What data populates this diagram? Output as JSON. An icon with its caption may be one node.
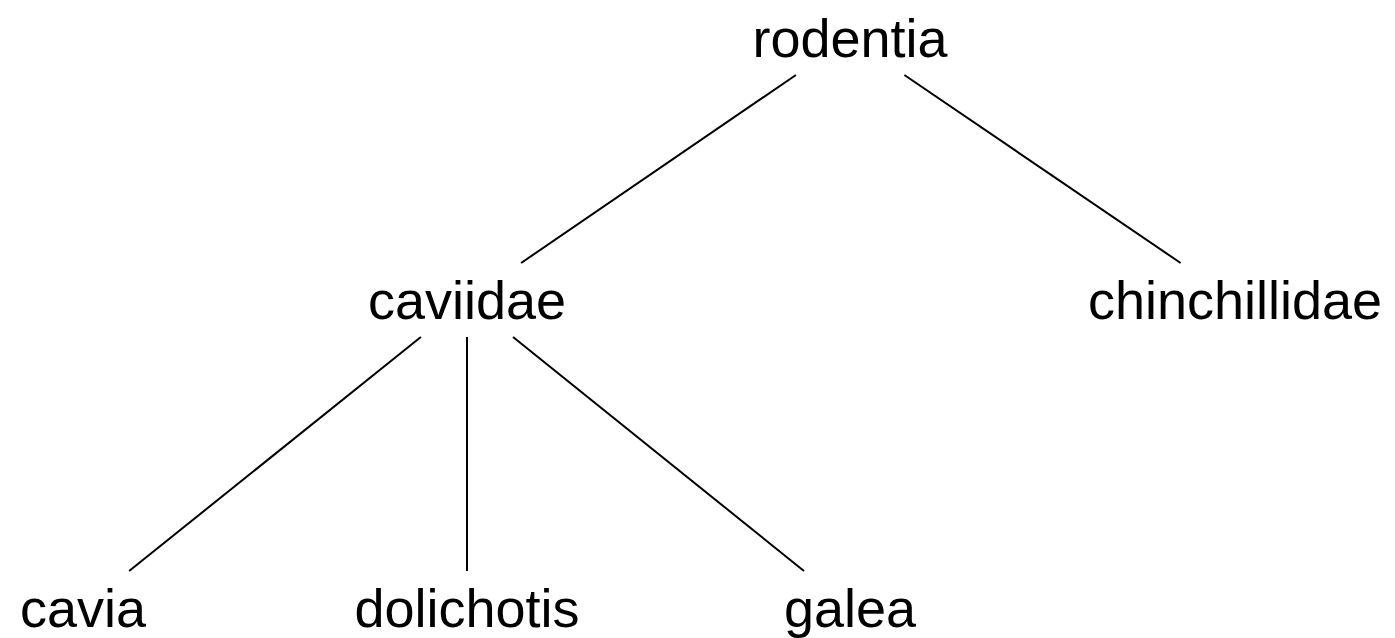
{
  "diagram": {
    "nodes": [
      {
        "text": [
          "rodentia"
        ]
      },
      {
        "text": [
          "caviidae"
        ]
      },
      {
        "text": [
          "chinchillidae"
        ]
      },
      {
        "text": [
          "cavia"
        ]
      },
      {
        "text": [
          "dolichotis"
        ]
      },
      {
        "text": [
          "galea"
        ]
      }
    ],
    "edges": [
      {
        "from": 0,
        "to": 1,
        "arrow": "none"
      },
      {
        "from": 0,
        "to": 2,
        "arrow": "none"
      },
      {
        "from": 1,
        "to": 3,
        "arrow": "none"
      },
      {
        "from": 1,
        "to": 4,
        "arrow": "none"
      },
      {
        "from": 1,
        "to": 5,
        "arrow": "none"
      }
    ]
  }
}
